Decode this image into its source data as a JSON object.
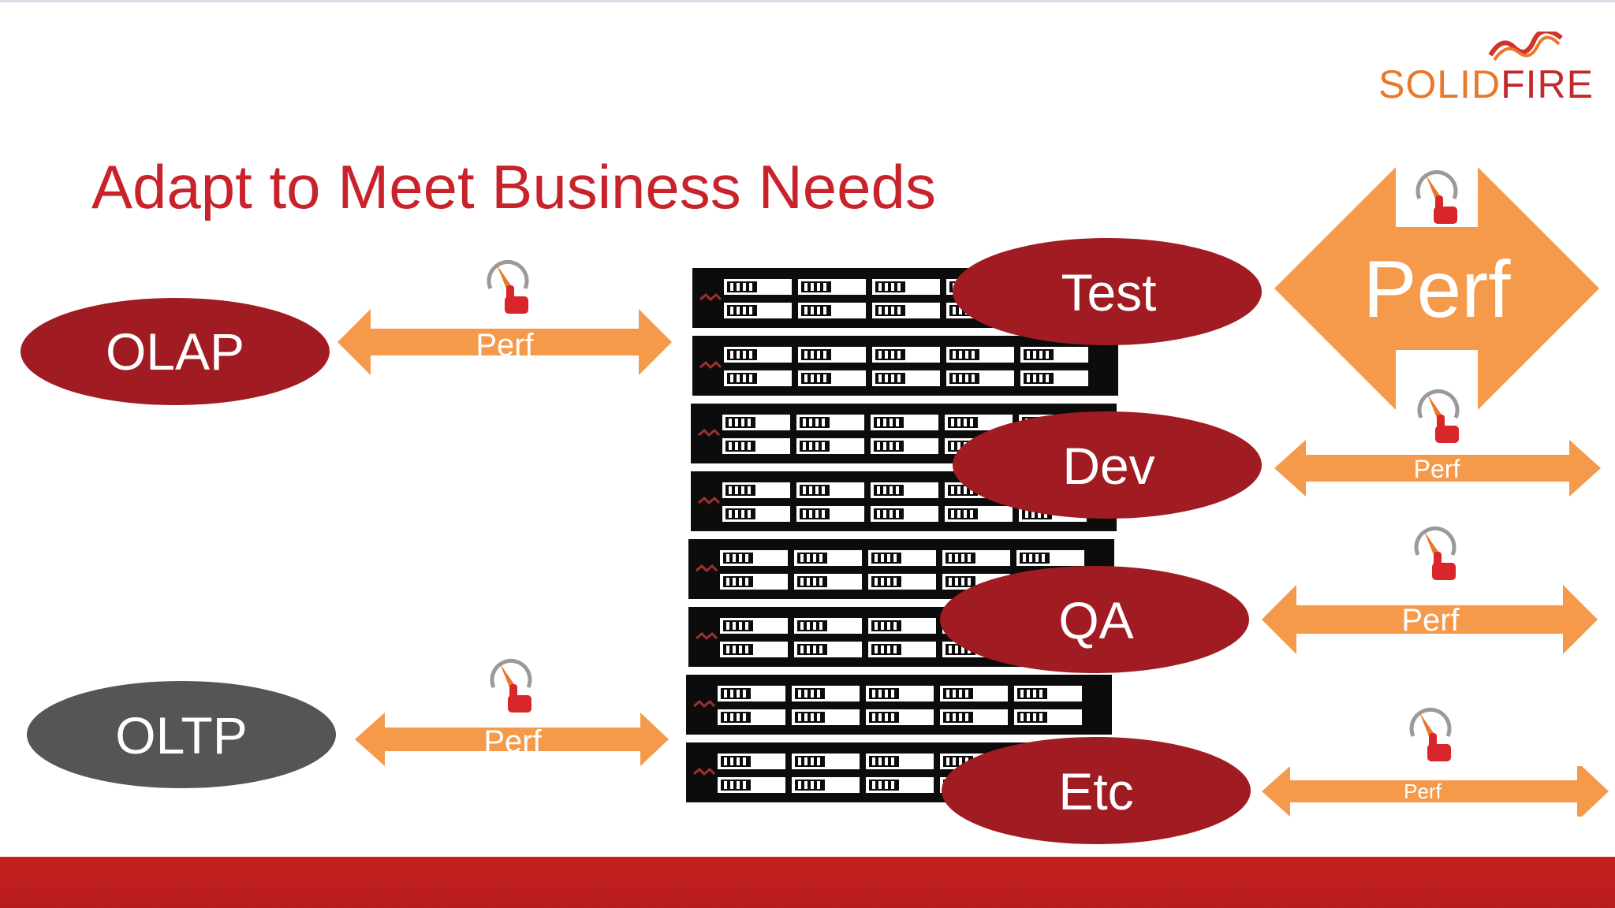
{
  "logo": {
    "text_part1": "SOLID",
    "text_part2": "FIRE"
  },
  "title": "Adapt to Meet Business Needs",
  "colors": {
    "title_red": "#c8222a",
    "ellipse_red": "#a01c22",
    "ellipse_gray": "#555558",
    "arrow_orange": "#f5994a",
    "server_black": "#0c0c0c",
    "footer_red": "#c51f1f"
  },
  "left_workloads": [
    {
      "label": "OLAP",
      "arrow_label": "Perf",
      "color": "red"
    },
    {
      "label": "OLTP",
      "arrow_label": "Perf",
      "color": "gray"
    }
  ],
  "right_workloads": [
    {
      "label": "Test",
      "arrow_label": "Perf",
      "arrow_style": "large-diamond"
    },
    {
      "label": "Dev",
      "arrow_label": "Perf",
      "arrow_style": "horizontal"
    },
    {
      "label": "QA",
      "arrow_label": "Perf",
      "arrow_style": "horizontal"
    },
    {
      "label": "Etc",
      "arrow_label": "Perf",
      "arrow_style": "horizontal"
    }
  ],
  "icons": {
    "performance_dial": "gauge-hand-icon",
    "server": "storage-node-icon"
  },
  "server_node_count": 8
}
